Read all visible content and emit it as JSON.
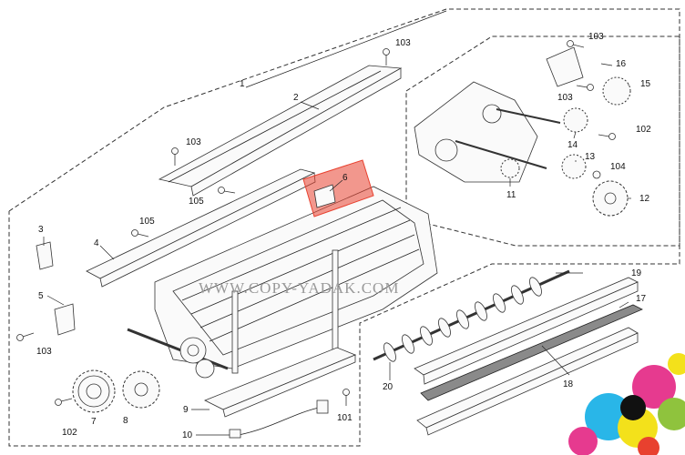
{
  "watermark": "WWW.COPY-YADAK.COM",
  "highlight_color": "#e8412f",
  "callouts": [
    {
      "id": "c1",
      "text": "1"
    },
    {
      "id": "c2",
      "text": "2"
    },
    {
      "id": "c3",
      "text": "3"
    },
    {
      "id": "c4",
      "text": "4"
    },
    {
      "id": "c5",
      "text": "5"
    },
    {
      "id": "c6",
      "text": "6"
    },
    {
      "id": "c7",
      "text": "7"
    },
    {
      "id": "c8",
      "text": "8"
    },
    {
      "id": "c9",
      "text": "9"
    },
    {
      "id": "c10",
      "text": "10"
    },
    {
      "id": "c11",
      "text": "11"
    },
    {
      "id": "c12",
      "text": "12"
    },
    {
      "id": "c13",
      "text": "13"
    },
    {
      "id": "c14",
      "text": "14"
    },
    {
      "id": "c15",
      "text": "15"
    },
    {
      "id": "c16",
      "text": "16"
    },
    {
      "id": "c17",
      "text": "17"
    },
    {
      "id": "c18",
      "text": "18"
    },
    {
      "id": "c19",
      "text": "19"
    },
    {
      "id": "c20",
      "text": "20"
    },
    {
      "id": "c101",
      "text": "101"
    },
    {
      "id": "c102a",
      "text": "102"
    },
    {
      "id": "c102b",
      "text": "102"
    },
    {
      "id": "c103a",
      "text": "103"
    },
    {
      "id": "c103b",
      "text": "103"
    },
    {
      "id": "c103c",
      "text": "103"
    },
    {
      "id": "c103d",
      "text": "103"
    },
    {
      "id": "c103e",
      "text": "103"
    },
    {
      "id": "c104",
      "text": "104"
    },
    {
      "id": "c105a",
      "text": "105"
    },
    {
      "id": "c105b",
      "text": "105"
    }
  ]
}
